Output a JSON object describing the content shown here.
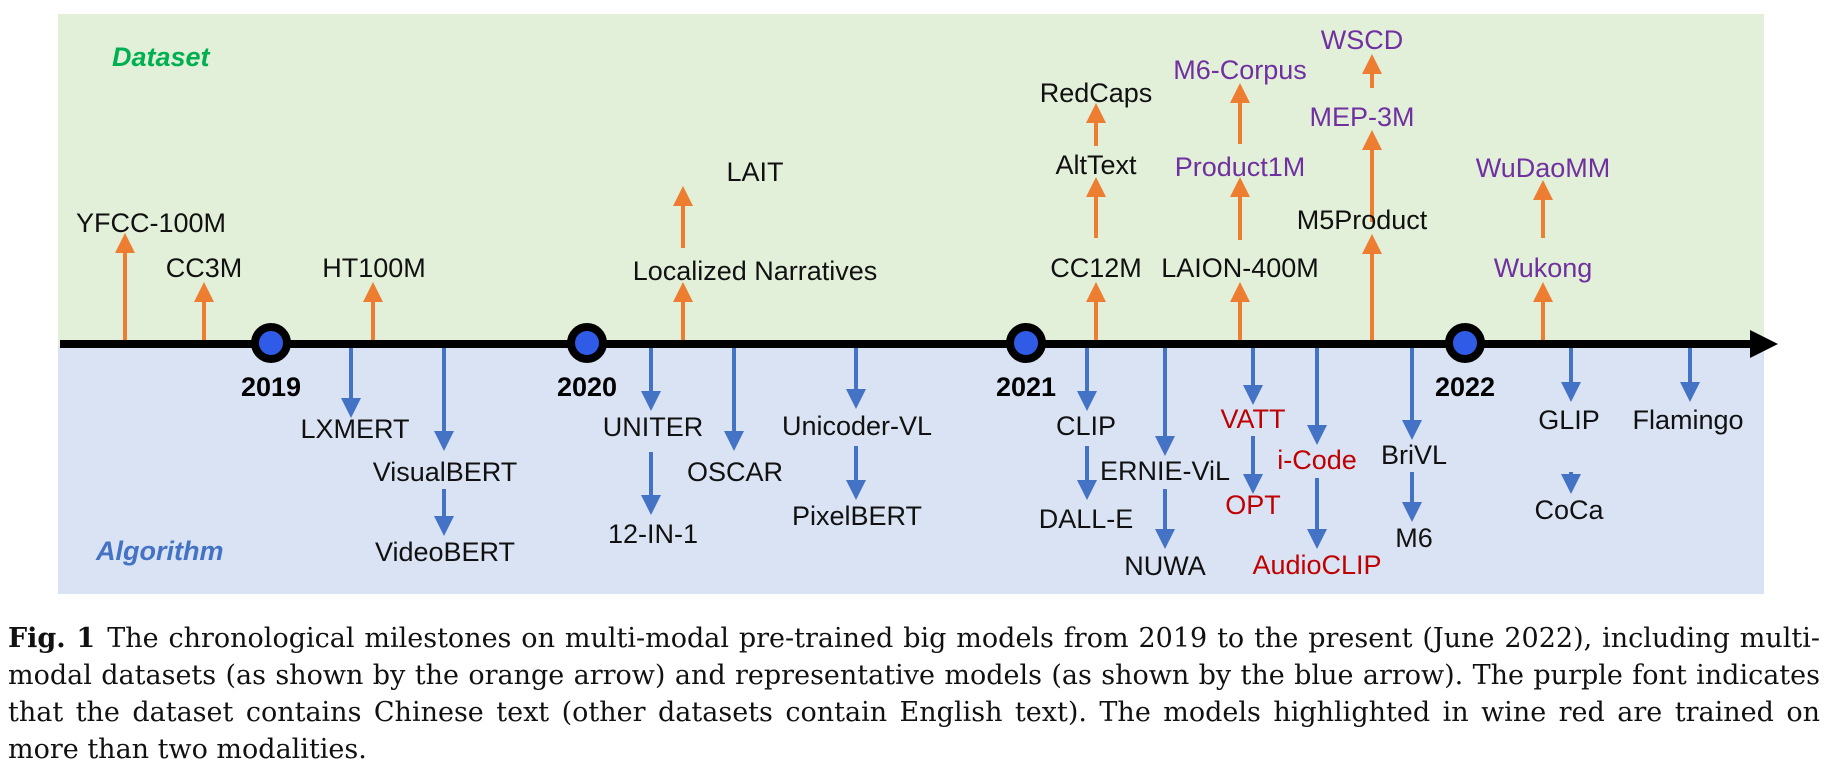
{
  "figure": {
    "dataset_region_label": "Dataset",
    "algorithm_region_label": "Algorithm",
    "years": [
      "2019",
      "2020",
      "2021",
      "2022"
    ],
    "datasets": [
      {
        "labels": [
          "YFCC-100M"
        ],
        "colors": [
          "#111111"
        ]
      },
      {
        "labels": [
          "CC3M"
        ],
        "colors": [
          "#111111"
        ]
      },
      {
        "labels": [
          "HT100M"
        ],
        "colors": [
          "#111111"
        ]
      },
      {
        "labels": [
          "Localized Narratives",
          "LAIT"
        ],
        "colors": [
          "#111111",
          "#111111"
        ]
      },
      {
        "labels": [
          "CC12M",
          "AltText",
          "RedCaps"
        ],
        "colors": [
          "#111111",
          "#111111",
          "#111111"
        ]
      },
      {
        "labels": [
          "LAION-400M",
          "Product1M",
          "M6-Corpus"
        ],
        "colors": [
          "#111111",
          "#7030a0",
          "#7030a0"
        ]
      },
      {
        "labels": [
          "M5Product",
          "MEP-3M",
          "WSCD"
        ],
        "colors": [
          "#111111",
          "#7030a0",
          "#7030a0"
        ]
      },
      {
        "labels": [
          "Wukong",
          "WuDaoMM"
        ],
        "colors": [
          "#7030a0",
          "#7030a0"
        ]
      }
    ],
    "models": [
      {
        "labels": [
          "LXMERT"
        ],
        "colors": [
          "#111111"
        ]
      },
      {
        "labels": [
          "VisualBERT",
          "VideoBERT"
        ],
        "colors": [
          "#111111",
          "#111111"
        ]
      },
      {
        "labels": [
          "UNITER",
          "12-IN-1"
        ],
        "colors": [
          "#111111",
          "#111111"
        ]
      },
      {
        "labels": [
          "OSCAR"
        ],
        "colors": [
          "#111111"
        ]
      },
      {
        "labels": [
          "Unicoder-VL",
          "PixelBERT"
        ],
        "colors": [
          "#111111",
          "#111111"
        ]
      },
      {
        "labels": [
          "CLIP",
          "DALL-E"
        ],
        "colors": [
          "#111111",
          "#111111"
        ]
      },
      {
        "labels": [
          "ERNIE-ViL",
          "NUWA"
        ],
        "colors": [
          "#111111",
          "#111111"
        ]
      },
      {
        "labels": [
          "VATT",
          "OPT"
        ],
        "colors": [
          "#c00000",
          "#c00000"
        ]
      },
      {
        "labels": [
          "i-Code",
          "AudioCLIP"
        ],
        "colors": [
          "#c00000",
          "#c00000"
        ]
      },
      {
        "labels": [
          "BriVL",
          "M6"
        ],
        "colors": [
          "#111111",
          "#111111"
        ]
      },
      {
        "labels": [
          "GLIP",
          "CoCa"
        ],
        "colors": [
          "#111111",
          "#111111"
        ]
      },
      {
        "labels": [
          "Flamingo"
        ],
        "colors": [
          "#111111"
        ]
      }
    ],
    "colors": {
      "dataset_bg": "#e2efd9",
      "algorithm_bg": "#dae3f3",
      "dataset_title": "#00b050",
      "algorithm_title": "#4472c4",
      "orange_arrow": "#ed7d31",
      "blue_arrow": "#4472c4",
      "year_dot": "#2f5be6",
      "timeline": "#000000"
    }
  },
  "caption": {
    "label": "Fig. 1",
    "text": "The chronological milestones on multi-modal pre-trained big models from 2019 to the present (June 2022), including multi-modal datasets (as shown by the orange arrow) and representative models (as shown by the blue arrow). The purple font indicates that the dataset contains Chinese text (other datasets contain English text). The models highlighted in wine red are trained on more than two modalities."
  }
}
